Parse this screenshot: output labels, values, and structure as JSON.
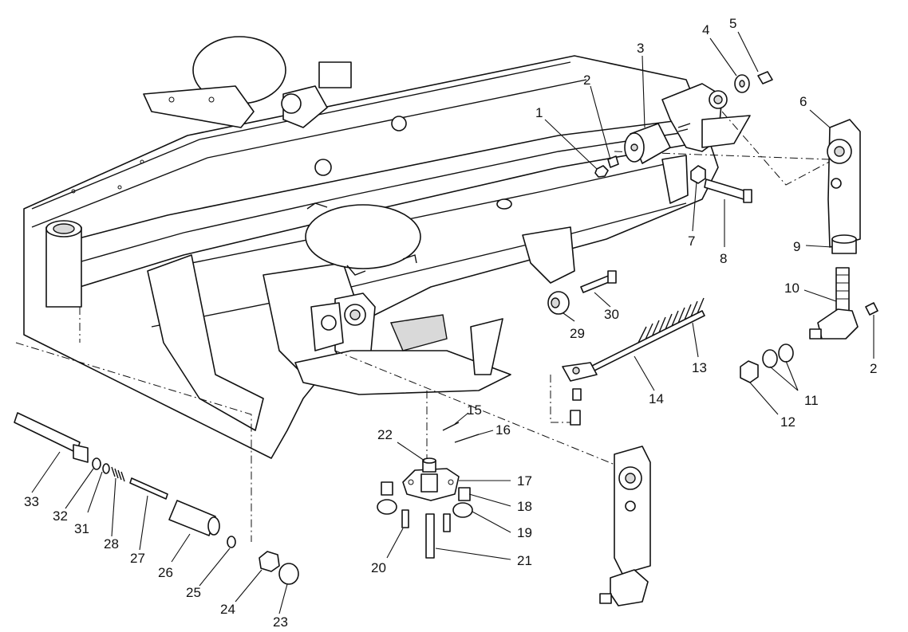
{
  "callouts": [
    {
      "id": "c1",
      "text": "1"
    },
    {
      "id": "c2a",
      "text": "2"
    },
    {
      "id": "c3",
      "text": "3"
    },
    {
      "id": "c4",
      "text": "4"
    },
    {
      "id": "c5",
      "text": "5"
    },
    {
      "id": "c6",
      "text": "6"
    },
    {
      "id": "c7",
      "text": "7"
    },
    {
      "id": "c8",
      "text": "8"
    },
    {
      "id": "c9",
      "text": "9"
    },
    {
      "id": "c10",
      "text": "10"
    },
    {
      "id": "c2b",
      "text": "2"
    },
    {
      "id": "c11",
      "text": "11"
    },
    {
      "id": "c12",
      "text": "12"
    },
    {
      "id": "c13",
      "text": "13"
    },
    {
      "id": "c14",
      "text": "14"
    },
    {
      "id": "c15",
      "text": "15"
    },
    {
      "id": "c16",
      "text": "16"
    },
    {
      "id": "c17",
      "text": "17"
    },
    {
      "id": "c18",
      "text": "18"
    },
    {
      "id": "c19",
      "text": "19"
    },
    {
      "id": "c20",
      "text": "20"
    },
    {
      "id": "c21",
      "text": "21"
    },
    {
      "id": "c22",
      "text": "22"
    },
    {
      "id": "c23",
      "text": "23"
    },
    {
      "id": "c24",
      "text": "24"
    },
    {
      "id": "c25",
      "text": "25"
    },
    {
      "id": "c26",
      "text": "26"
    },
    {
      "id": "c27",
      "text": "27"
    },
    {
      "id": "c28",
      "text": "28"
    },
    {
      "id": "c29",
      "text": "29"
    },
    {
      "id": "c30",
      "text": "30"
    },
    {
      "id": "c31",
      "text": "31"
    },
    {
      "id": "c32",
      "text": "32"
    },
    {
      "id": "c33",
      "text": "33"
    }
  ]
}
